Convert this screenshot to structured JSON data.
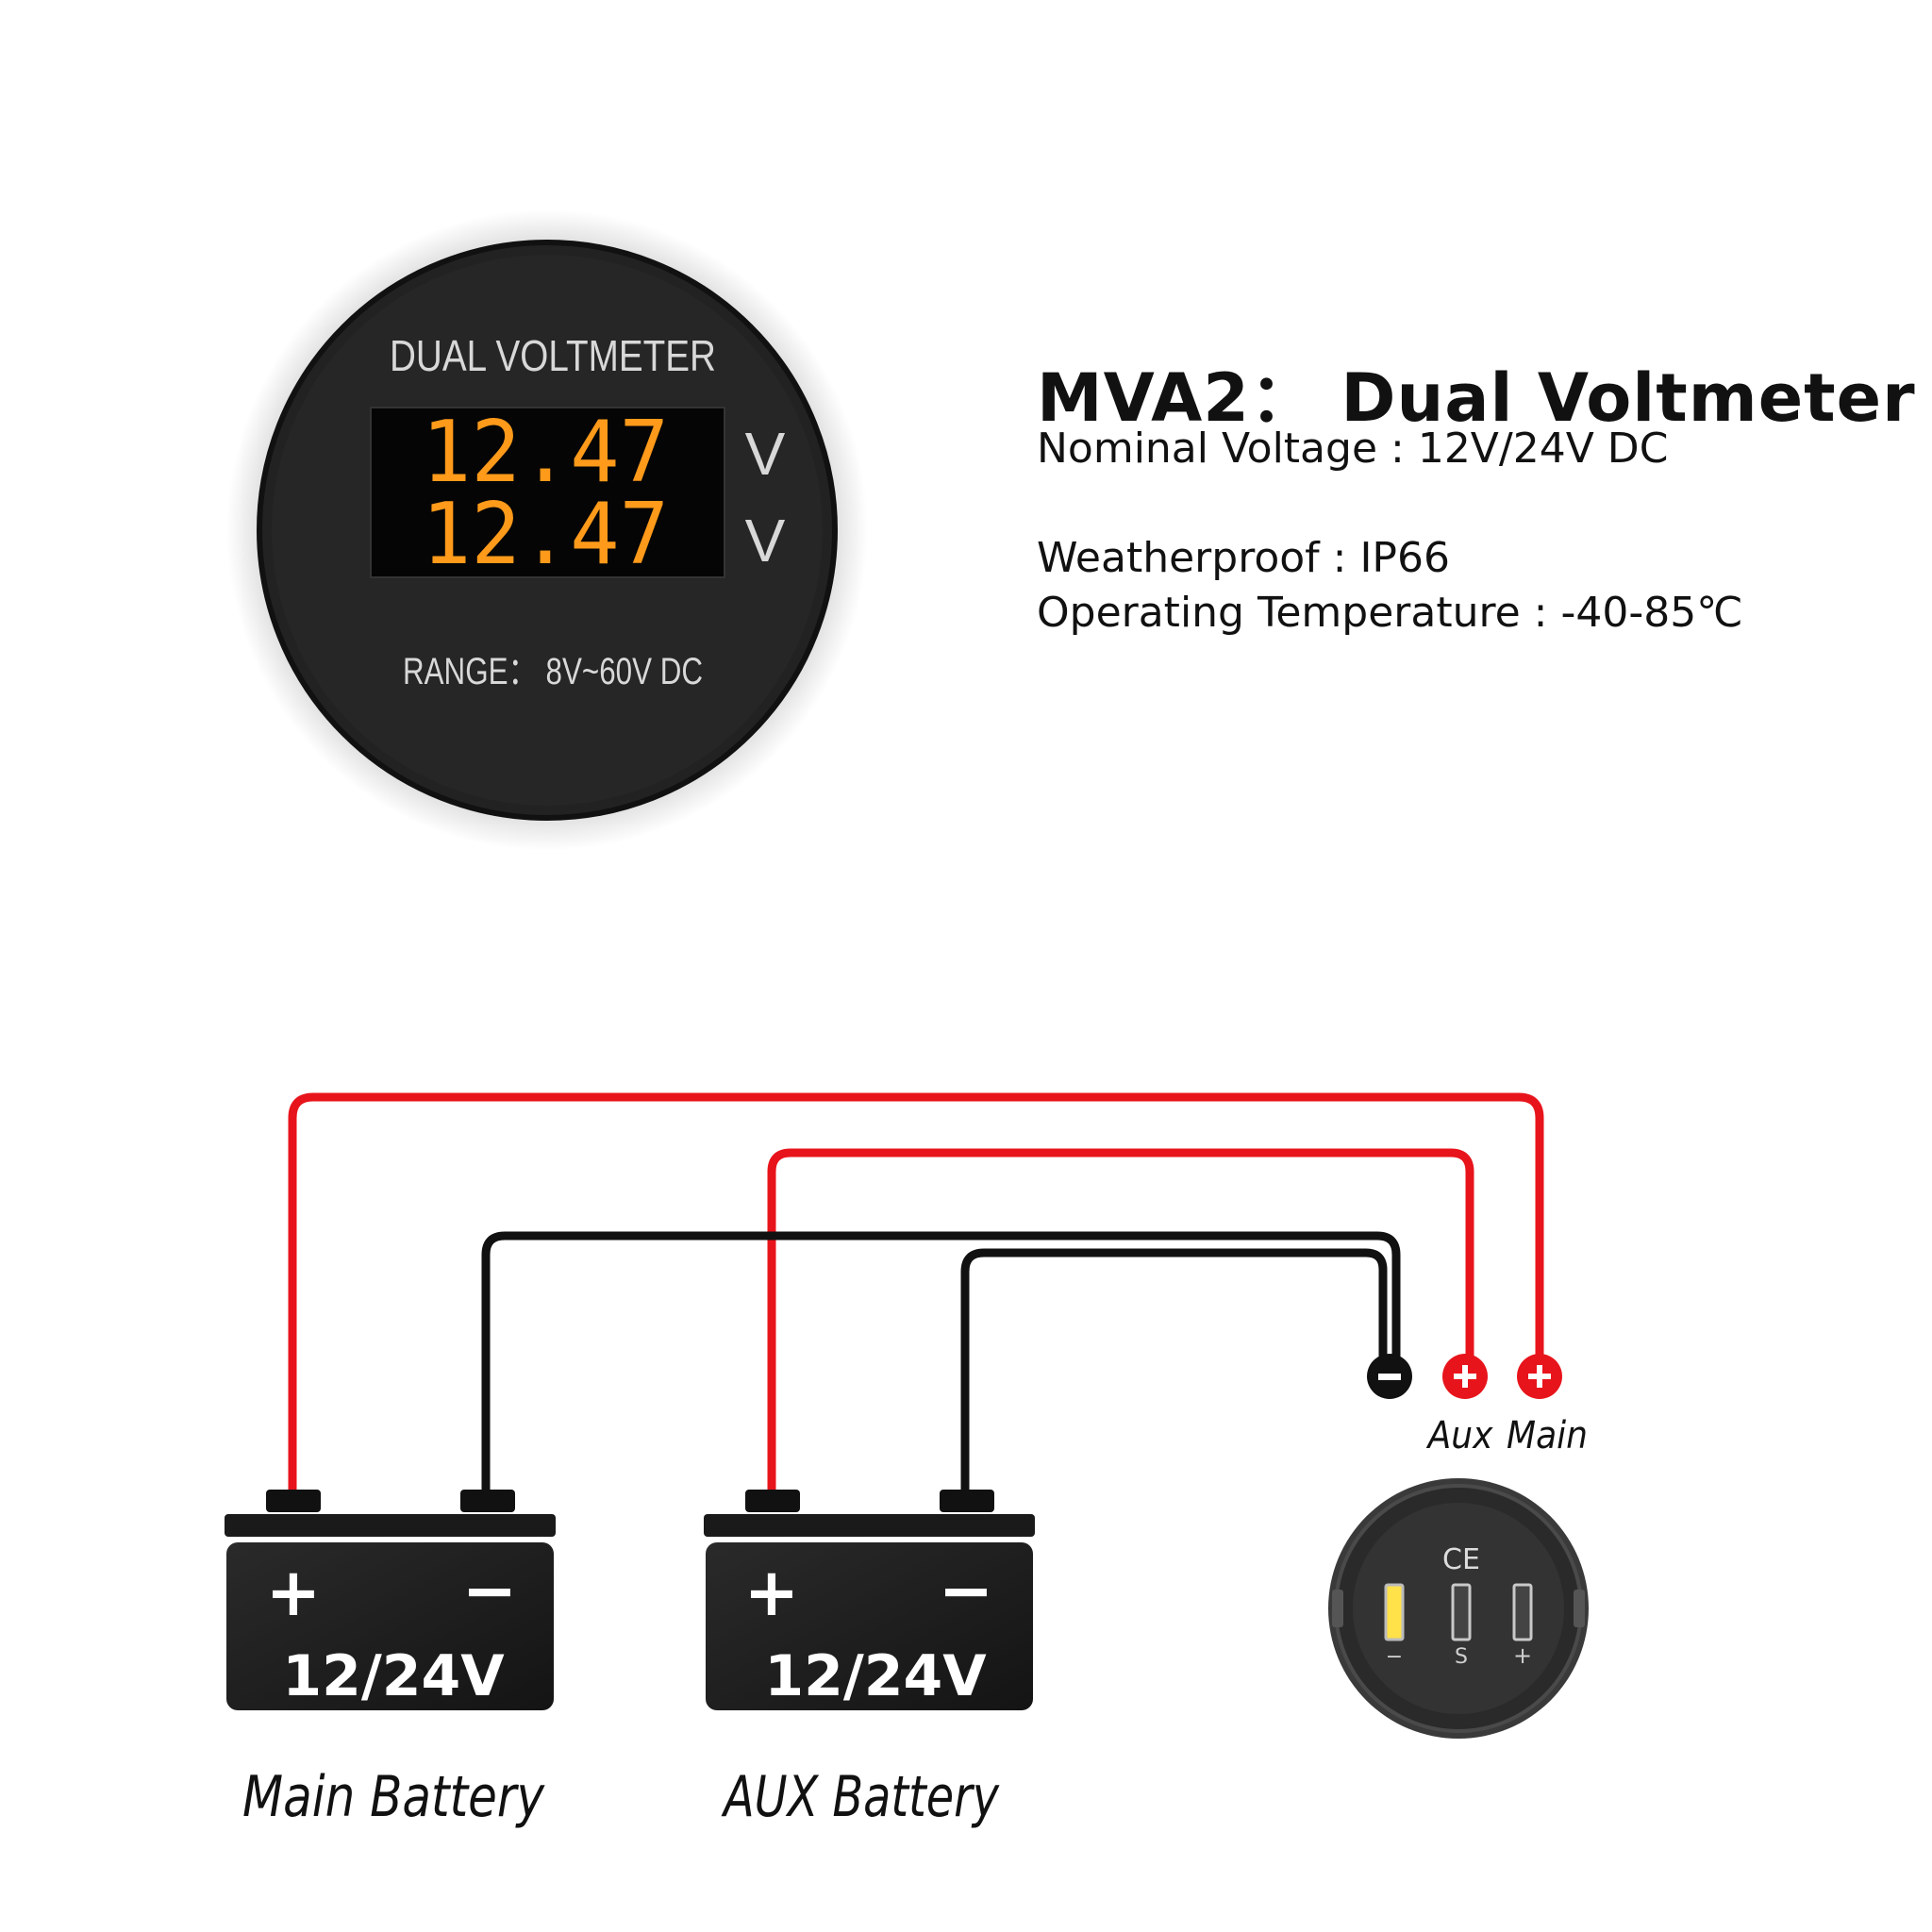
{
  "product": {
    "title": "MVA2： Dual Voltmeter",
    "specs": [
      "Nominal Voltage : 12V/24V DC",
      "Weatherproof : IP66",
      "Operating Temperature : -40-85℃"
    ]
  },
  "meter": {
    "header": "DUAL VOLTMETER",
    "reading_top": "12.47",
    "reading_bottom": "12.47",
    "unit": "V",
    "range": "RANGE：  8V~60V DC",
    "digit_color": "#ff9a1a"
  },
  "terminals": {
    "negative_symbol": "−",
    "positive_symbol": "+",
    "aux_label": "Aux",
    "main_label": "Main"
  },
  "batteries": [
    {
      "plus": "+",
      "minus": "−",
      "voltage": "12/24V",
      "caption": "Main Battery"
    },
    {
      "plus": "+",
      "minus": "−",
      "voltage": "12/24V",
      "caption": "AUX Battery"
    }
  ],
  "connector": {
    "ce_mark": "CE",
    "pin_labels": [
      "−",
      "S",
      "+"
    ]
  },
  "colors": {
    "red_wire": "#e8141b",
    "black_wire": "#111111",
    "battery_body": "#1b1b1b",
    "meter_body": "#222222"
  }
}
